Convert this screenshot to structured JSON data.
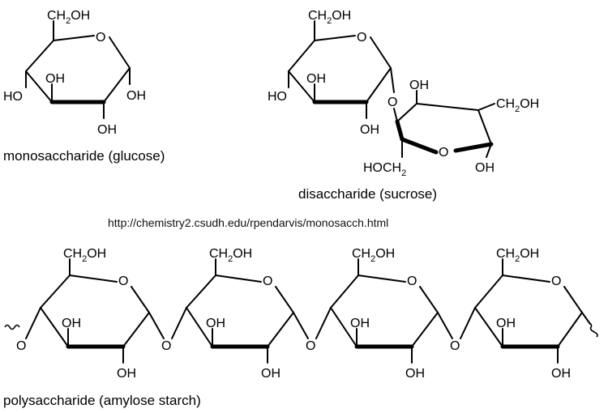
{
  "labels": {
    "ch2oh": "CH",
    "ch2oh_sub": "2",
    "ch2oh_end": "OH",
    "o": "O",
    "oh": "OH",
    "ho": "HO",
    "hoch2_a": "HOCH",
    "hoch2_sub": "2"
  },
  "captions": {
    "mono": "monosaccharide (glucose)",
    "di": "disaccharide (sucrose)",
    "url": "http://chemistry2.csudh.edu/rpendarvis/monosacch.html",
    "poly": "polysaccharide (amylose starch)"
  }
}
